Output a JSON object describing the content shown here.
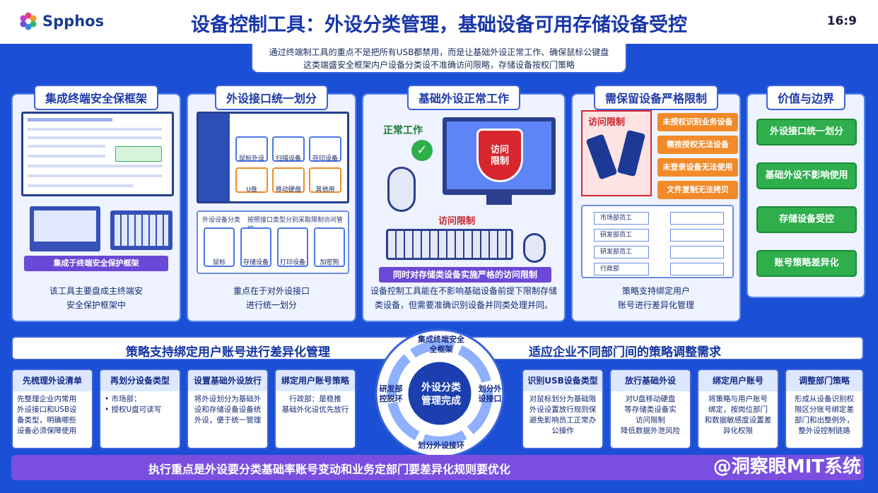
{
  "header": {
    "logo": "Spphos",
    "title": "设备控制工具：外设分类管理，基础设备可用存储设备受控",
    "ratio": "16:9"
  },
  "subtitle": {
    "line1": "通过终端制工具的重点不是把所有USB都禁用，而是让基础外设正常工作、确保鼠标公键盘",
    "line2": "这类端盛安全框架内户设备分类设不准确访问限略，存储设备按权门策略"
  },
  "panels": [
    {
      "title": "集成终端安全保框架",
      "caption": "集成于终端安全保护框架",
      "foot": "该工具主要盘成主终端安\n安全保护框架中"
    },
    {
      "title": "外设接口统一划分",
      "grid": [
        "鼠标外设",
        "扫描设备",
        "存印设备",
        "U盘",
        "移动硬盘",
        "其他用"
      ],
      "row_label_left": "外设设备分类",
      "row_label_right": "按照接口类型分别采取限制访问管控",
      "devices": [
        "鼠标",
        "存储设备",
        "打印设备",
        "加密狗"
      ],
      "foot": "重点在于对外设接口\n进行统一划分"
    },
    {
      "title": "基础外设正常工作",
      "normal_label": "正常工作",
      "shield_text": "访问限制",
      "access_label": "访问限制",
      "bar": "同时对存储类设备实施严格的访问限制",
      "foot": "设备控制工具能在不影响基础设备前提下限制存储\n类设备，但需要准确识别设备并同类处理并同。"
    },
    {
      "title": "需保留设备严格限制",
      "access_tag": "访问限制",
      "tags": [
        "未授权识别业务设备",
        "需按授权无法设备",
        "未登录设备无法使用",
        "文件复制无法拷贝"
      ],
      "depts": [
        "市场部员工",
        "研发部员工",
        "研发部员工",
        "行政部"
      ],
      "foot": "策略支持绑定用户\n账号进行差异化管理"
    },
    {
      "title": "价值与边界",
      "buttons": [
        "外设接口统一划分",
        "基础外设不影响使用",
        "存储设备受控",
        "账号策略差异化"
      ]
    }
  ],
  "band": {
    "left": "策略支持绑定用户账号进行差异化管理",
    "right": "适应企业不同部门间的策略调整需求"
  },
  "ring": {
    "center": "外设分类\n管理完成",
    "top": "集成终端安全\n全框架",
    "left": "研发部\n控脱环",
    "right": "划分外\n设接口",
    "bottom": "划分外设接环"
  },
  "steps": [
    {
      "title": "先梳理外设清单",
      "body": "先整理企业内常用\n外设接口和USB设\n备类型，明确哪些\n设备必须保障使用"
    },
    {
      "title": "再划分设备类型",
      "body": "• 市场部：\n• 授权U盘可读写"
    },
    {
      "title": "设置基础外设放行",
      "body": "将外设划分为基础外\n设和存储设备设备统\n外设，便于统一管理"
    },
    {
      "title": "绑定用户账号策略",
      "body": "行政部：是稳推\n基础外化设优先放行"
    },
    {
      "title": "识别USB设备类型",
      "body": "对鼠标划分为基础限\n外设设置放行规则保\n避免影响员工正常办\n公操作"
    },
    {
      "title": "放行基础外设",
      "body": "对U盘移动硬盘\n等存储类设备实\n访问限制\n降低数据外泄风险"
    },
    {
      "title": "绑定用户账号",
      "body": "将策略与用户账号\n绑定，按岗位部门\n和数据敏感度设置差\n异化权限"
    },
    {
      "title": "调整部门策略",
      "body": "形成从设备识别权\n限区分账号绑定差\n部门和出整例外，\n整外设控制链路"
    }
  ],
  "bottom": {
    "text": "执行重点是外设要分类基础率账号变动和业务定部门要差异化规则要优化",
    "watermark": "@洞察眼MIT系统"
  }
}
